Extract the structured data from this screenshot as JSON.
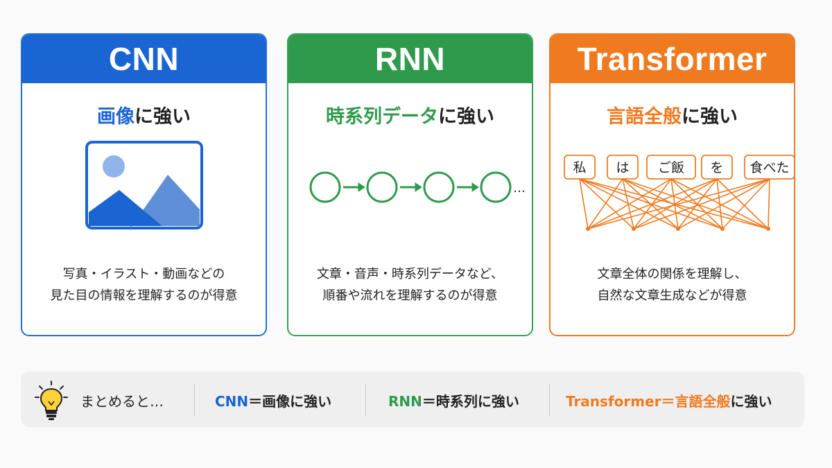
{
  "cards": {
    "cnn": {
      "title": "CNN",
      "strength_highlight": "画像",
      "strength_suffix": "に強い",
      "desc_line1": "写真・イラスト・動画などの",
      "desc_line2": "見た目の情報を理解するのが得意",
      "color": "#1a65d1"
    },
    "rnn": {
      "title": "RNN",
      "strength_highlight": "時系列データ",
      "strength_suffix": "に強い",
      "ellipsis": "…",
      "desc_line1": "文章・音声・時系列データなど、",
      "desc_line2": "順番や流れを理解するのが得意",
      "color": "#2f9a4c"
    },
    "transformer": {
      "title": "Transformer",
      "strength_highlight": "言語全般",
      "strength_suffix": "に強い",
      "tokens": [
        "私",
        "は",
        "ご飯",
        "を",
        "食べた"
      ],
      "desc_line1": "文章全体の関係を理解し、",
      "desc_line2": "自然な文章生成などが得意",
      "color": "#f07a1f"
    }
  },
  "summary": {
    "lead": "まとめると…",
    "cnn_name": "CNN",
    "cnn_eq": "＝画像に強い",
    "rnn_name": "RNN",
    "rnn_eq": "＝時系列に強い",
    "tr_name": "Transformer",
    "tr_eq_highlight": "＝言語全般",
    "tr_eq_suffix": "に強い",
    "icon": "lightbulb-icon"
  }
}
